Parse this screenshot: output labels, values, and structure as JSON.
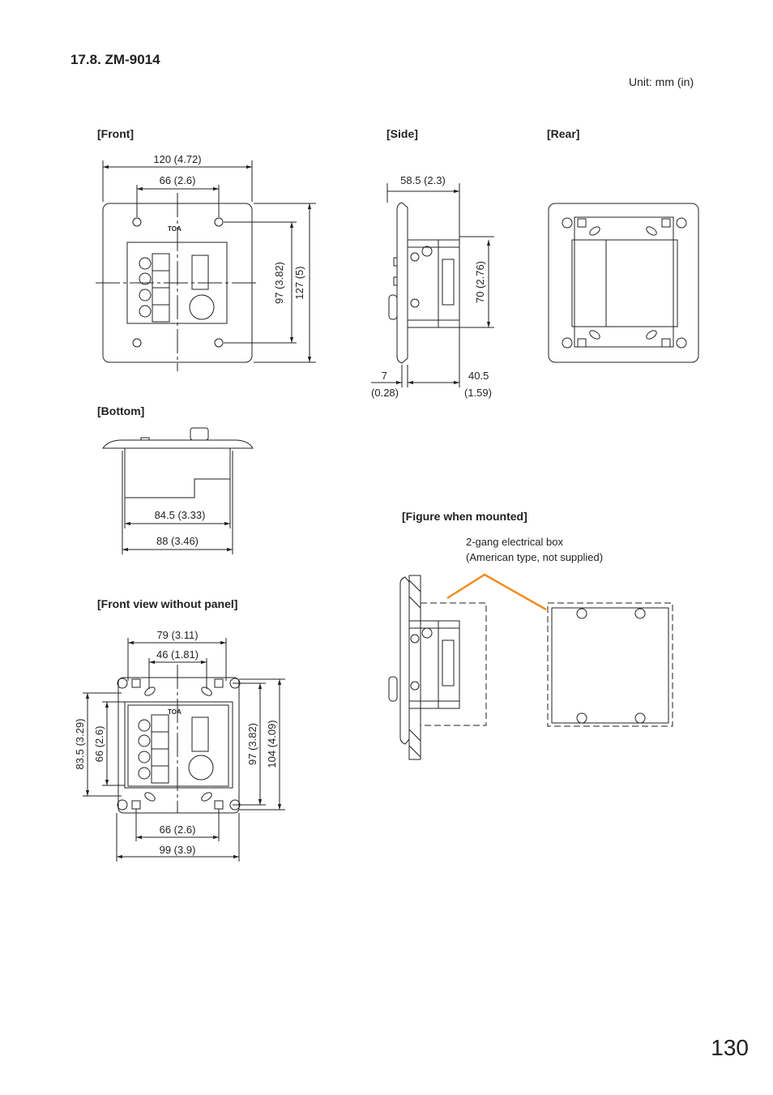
{
  "section_title": "17.8. ZM-9014",
  "unit_label": "Unit: mm (in)",
  "page_number": "130",
  "views": {
    "front": "[Front]",
    "side": "[Side]",
    "rear": "[Rear]",
    "bottom": "[Bottom]",
    "mounted": "[Figure when mounted]",
    "front_no_panel": "[Front view without panel]"
  },
  "brand": "TOA",
  "dims": {
    "front_w": "120 (4.72)",
    "front_inner_w": "66 (2.6)",
    "front_inner_h": "97 (3.82)",
    "front_h": "127 (5)",
    "side_depth": "58.5 (2.3)",
    "side_h": "70 (2.76)",
    "side_panel_a": "7",
    "side_panel_b": "(0.28)",
    "side_body_a": "40.5",
    "side_body_b": "(1.59)",
    "bottom_inner": "84.5 (3.33)",
    "bottom_outer": "88 (3.46)",
    "np_top1": "79 (3.11)",
    "np_top2": "46 (1.81)",
    "np_left1": "83.5 (3.29)",
    "np_left2": "66 (2.6)",
    "np_right1": "97 (3.82)",
    "np_right2": "104 (4.09)",
    "np_bot1": "66 (2.6)",
    "np_bot2": "99 (3.9)"
  },
  "mounted_note_line1": "2-gang electrical box",
  "mounted_note_line2": "(American type, not supplied)",
  "colors": {
    "line": "#231f20",
    "leader": "#f08c1e"
  }
}
